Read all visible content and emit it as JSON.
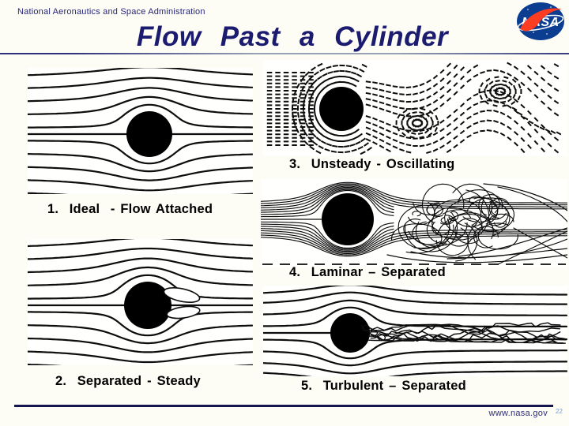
{
  "header": {
    "agency_line": "National Aeronautics and Space Administration",
    "title": "Flow Past a Cylinder",
    "logo": {
      "icon": "nasa-meatball-icon",
      "text": "NASA"
    }
  },
  "figures": [
    {
      "label": "1.  Ideal  - Flow Attached",
      "diagram": "streamlines-fully-attached-around-cylinder"
    },
    {
      "label": "2.  Separated - Steady",
      "diagram": "streamlines-with-twin-recirculation-eddies"
    },
    {
      "label": "3.  Unsteady - Oscillating",
      "diagram": "von-karman-vortex-street-particle-traces"
    },
    {
      "label": "4.  Laminar – Separated",
      "diagram": "laminar-separated-chaotic-wake"
    },
    {
      "label": "5.  Turbulent – Separated",
      "diagram": "turbulent-separated-narrow-wake"
    }
  ],
  "footer": {
    "url": "www.nasa.gov",
    "page_number": "22"
  },
  "colors": {
    "navy_text": "#26267E",
    "title_navy": "#1B1B6F",
    "footer_rule": "#15154F",
    "logo_sphere": "#0B3D91",
    "logo_swoosh": "#FC3D21",
    "ink": "#0D0D0D",
    "page_number_blue": "#7D9CCE",
    "background": "#FDFCF5"
  }
}
